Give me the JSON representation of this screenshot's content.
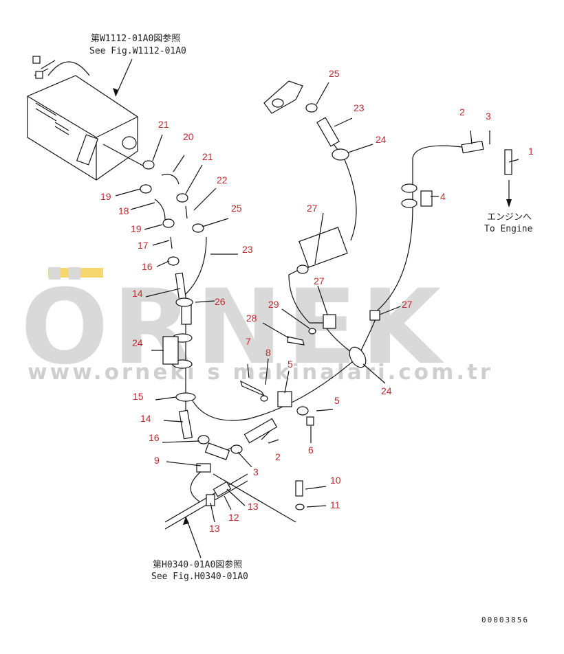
{
  "watermark": {
    "brand": "ÖRNEK",
    "url": "www.orneki s makinalari.com.tr"
  },
  "references": {
    "top_jp": "第W1112-01A0図参照",
    "top_en": "See Fig.W1112-01A0",
    "bottom_jp": "第H0340-01A0図参照",
    "bottom_en": "See Fig.H0340-01A0",
    "engine_jp": "エンジンへ",
    "engine_en": "To Engine"
  },
  "drawing_number": "00003856",
  "part_labels": [
    "1",
    "2",
    "2",
    "3",
    "3",
    "4",
    "5",
    "5",
    "6",
    "7",
    "8",
    "9",
    "10",
    "11",
    "12",
    "13",
    "13",
    "14",
    "14",
    "15",
    "16",
    "16",
    "17",
    "18",
    "19",
    "19",
    "20",
    "21",
    "21",
    "22",
    "23",
    "23",
    "24",
    "24",
    "24",
    "25",
    "25",
    "26",
    "27",
    "27",
    "27",
    "28",
    "29"
  ],
  "colors": {
    "label": "#c0282d",
    "watermark": "#d9d9d9",
    "accent": "#f5d76e"
  }
}
